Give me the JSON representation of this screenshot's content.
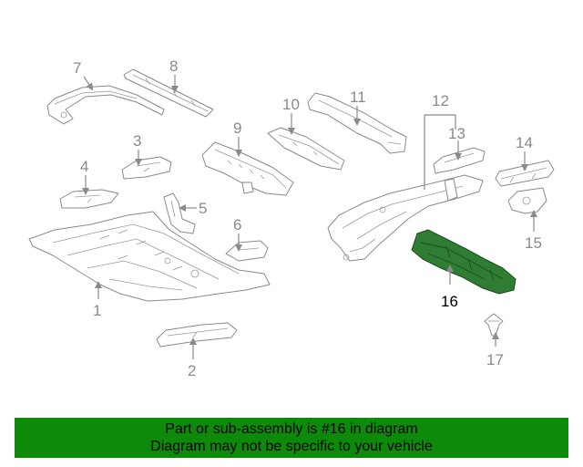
{
  "diagram": {
    "highlight_color": "#2f7d32",
    "callouts": [
      {
        "id": "7",
        "label": "7"
      },
      {
        "id": "8",
        "label": "8"
      },
      {
        "id": "3",
        "label": "3"
      },
      {
        "id": "4",
        "label": "4"
      },
      {
        "id": "9",
        "label": "9"
      },
      {
        "id": "10",
        "label": "10"
      },
      {
        "id": "11",
        "label": "11"
      },
      {
        "id": "12",
        "label": "12"
      },
      {
        "id": "13",
        "label": "13"
      },
      {
        "id": "14",
        "label": "14"
      },
      {
        "id": "5",
        "label": "5"
      },
      {
        "id": "6",
        "label": "6"
      },
      {
        "id": "15",
        "label": "15"
      },
      {
        "id": "16",
        "label": "16"
      },
      {
        "id": "1",
        "label": "1"
      },
      {
        "id": "17",
        "label": "17"
      },
      {
        "id": "2",
        "label": "2"
      }
    ]
  },
  "banner": {
    "background": "#0e8a0a",
    "line1": "Part or sub-assembly is #16 in diagram",
    "line2": "Diagram may not be specific to your vehicle"
  }
}
